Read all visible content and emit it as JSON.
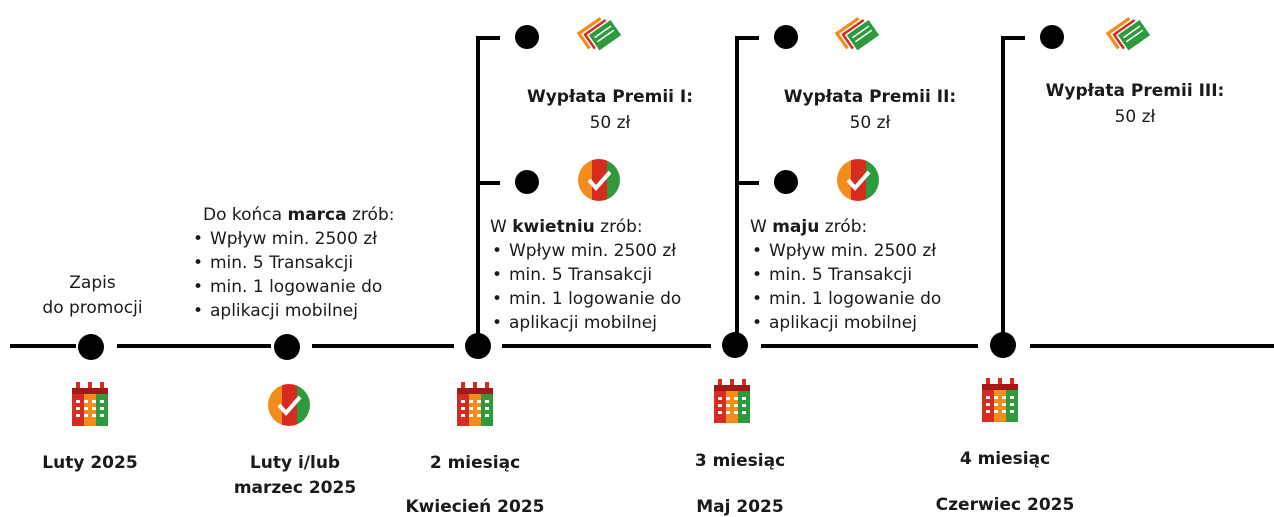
{
  "timeline": {
    "steps": [
      {
        "label_lines": [
          "Zapis",
          "do promocji"
        ]
      },
      {
        "heading_prefix": "Do końca ",
        "heading_bold": "marca",
        "heading_suffix": " zrób:",
        "bullets": [
          "Wpływ min. 2500 zł",
          "min. 5 Transakcji",
          "min. 1 logowanie do",
          "aplikacji mobilnej"
        ]
      },
      {
        "heading_prefix": "W ",
        "heading_bold": "kwietniu",
        "heading_suffix": " zrób:",
        "bullets": [
          "Wpływ min. 2500 zł",
          "min. 5 Transakcji",
          "min. 1 logowanie do",
          "aplikacji mobilnej"
        ]
      },
      {
        "heading_prefix": "W ",
        "heading_bold": "maju",
        "heading_suffix": " zrób:",
        "bullets": [
          "Wpływ min. 2500 zł",
          "min. 5 Transakcji",
          "min. 1 logowanie do",
          "aplikacji mobilnej"
        ]
      }
    ],
    "payouts": [
      {
        "title": "Wypłata Premii I:",
        "amount": "50 zł"
      },
      {
        "title": "Wypłata Premii II:",
        "amount": "50 zł"
      },
      {
        "title": "Wypłata Premii III:",
        "amount": "50 zł"
      }
    ],
    "dates": [
      {
        "line1": "Luty 2025",
        "line2": ""
      },
      {
        "line1": "Luty i/lub",
        "line2": "marzec 2025"
      },
      {
        "line1": "2 miesiąc",
        "line2": "Kwiecień 2025"
      },
      {
        "line1": "3 miesiąc",
        "line2": "Maj 2025"
      },
      {
        "line1": "4 miesiąc",
        "line2": "Czerwiec 2025"
      }
    ]
  },
  "icons": {
    "calendar": "calendar-icon",
    "check": "checkmark-circle-icon",
    "money": "money-stack-icon"
  },
  "colors": {
    "line": "#000000",
    "orange": "#f28c1c",
    "red": "#d62b1f",
    "green": "#2e9a3e",
    "dark_red": "#a31818"
  }
}
